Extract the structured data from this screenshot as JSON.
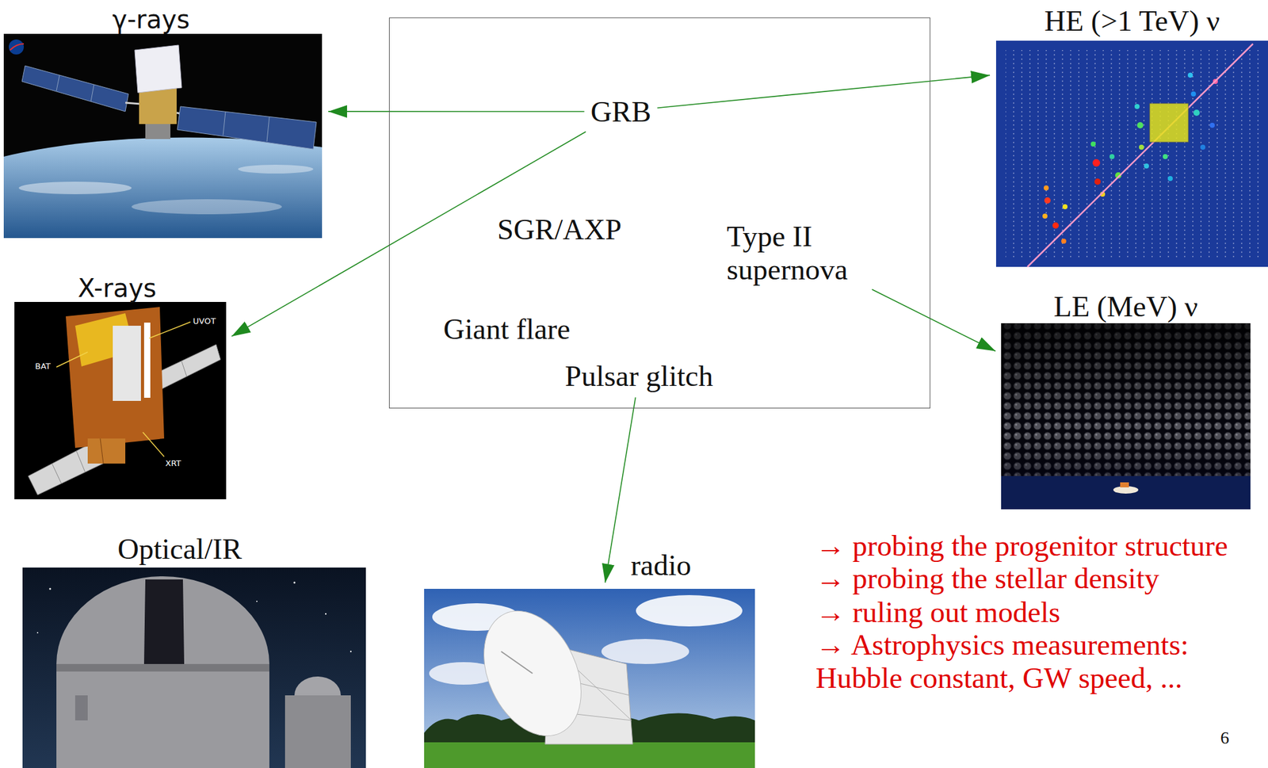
{
  "diagram": {
    "nodes": [
      {
        "text": []
      },
      {
        "text": [
          "γ-rays"
        ]
      },
      {
        "text": [
          "GRB"
        ],
        "in": 0
      },
      {
        "text": [
          "HE (>1 TeV) ν"
        ]
      },
      {
        "text": [
          "SGR/AXP"
        ],
        "in": 0
      },
      {
        "text": [
          "Type II supernova"
        ],
        "in": 0
      },
      {
        "text": [
          "X-rays"
        ]
      },
      {
        "text": [
          "LE (MeV) ν"
        ]
      },
      {
        "text": [
          "Giant flare"
        ],
        "in": 0
      },
      {
        "text": [
          "Pulsar glitch"
        ],
        "in": 0
      },
      {
        "text": [
          "Optical/IR"
        ]
      },
      {
        "text": [
          "radio"
        ]
      }
    ],
    "edges": [
      {
        "from": 2,
        "to": 1,
        "arrow": "to"
      },
      {
        "from": 2,
        "to": 3,
        "arrow": "to"
      },
      {
        "from": 2,
        "to": 6,
        "arrow": "to"
      },
      {
        "from": 5,
        "to": 7,
        "arrow": "to"
      },
      {
        "from": 9,
        "to": 11,
        "arrow": "to"
      }
    ],
    "labels": [
      "UVOT",
      "BAT",
      "XRT",
      "→ probing the progenitor structure",
      "→ probing the stellar density",
      "→ ruling out models",
      "→ Astrophysics measurements: Hubble constant, GW speed, ...",
      "6"
    ]
  }
}
